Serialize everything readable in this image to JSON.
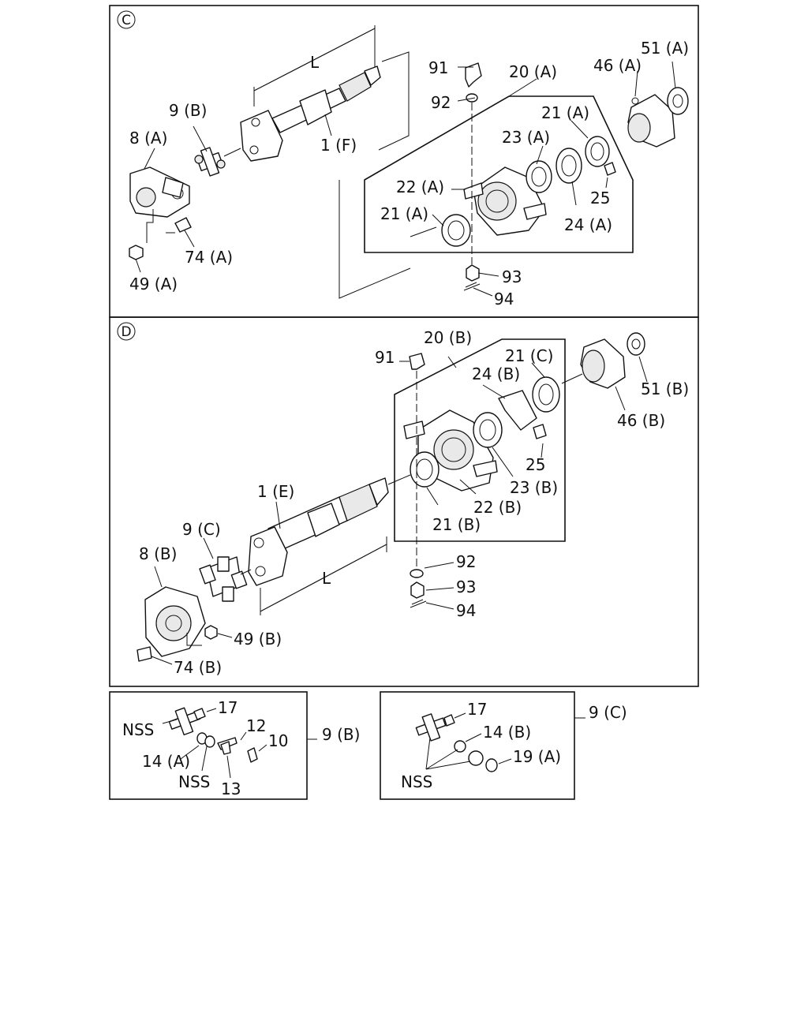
{
  "section_c": {
    "marker": "C",
    "labels": {
      "p91": "91",
      "p92": "92",
      "p20a": "20 (A)",
      "p46a": "46 (A)",
      "p51a": "51 (A)",
      "p21a_top": "21 (A)",
      "p23a": "23 (A)",
      "p22a": "22 (A)",
      "p21a_left": "21 (A)",
      "p25": "25",
      "p24a": "24 (A)",
      "p93": "93",
      "p94": "94",
      "p9b": "9 (B)",
      "p8a": "8 (A)",
      "p1f": "1 (F)",
      "pL": "L",
      "p74a": "74 (A)",
      "p49a": "49 (A)"
    }
  },
  "section_d": {
    "marker": "D",
    "labels": {
      "p91": "91",
      "p20b": "20 (B)",
      "p21c": "21 (C)",
      "p24b": "24 (B)",
      "p51b": "51 (B)",
      "p46b": "46 (B)",
      "p25": "25",
      "p23b": "23 (B)",
      "p22b": "22 (B)",
      "p21b": "21 (B)",
      "p1e": "1 (E)",
      "p9c": "9 (C)",
      "p8b": "8 (B)",
      "pL": "L",
      "p92": "92",
      "p93": "93",
      "p94": "94",
      "p49b": "49 (B)",
      "p74b": "74 (B)"
    }
  },
  "detail_9b": {
    "title": "9 (B)",
    "labels": {
      "p17": "17",
      "nss1": "NSS",
      "p12": "12",
      "p10": "10",
      "p14a": "14 (A)",
      "nss2": "NSS",
      "p13": "13"
    }
  },
  "detail_9c": {
    "title": "9 (C)",
    "labels": {
      "p17": "17",
      "p14b": "14 (B)",
      "p19a": "19 (A)",
      "nss": "NSS"
    }
  }
}
